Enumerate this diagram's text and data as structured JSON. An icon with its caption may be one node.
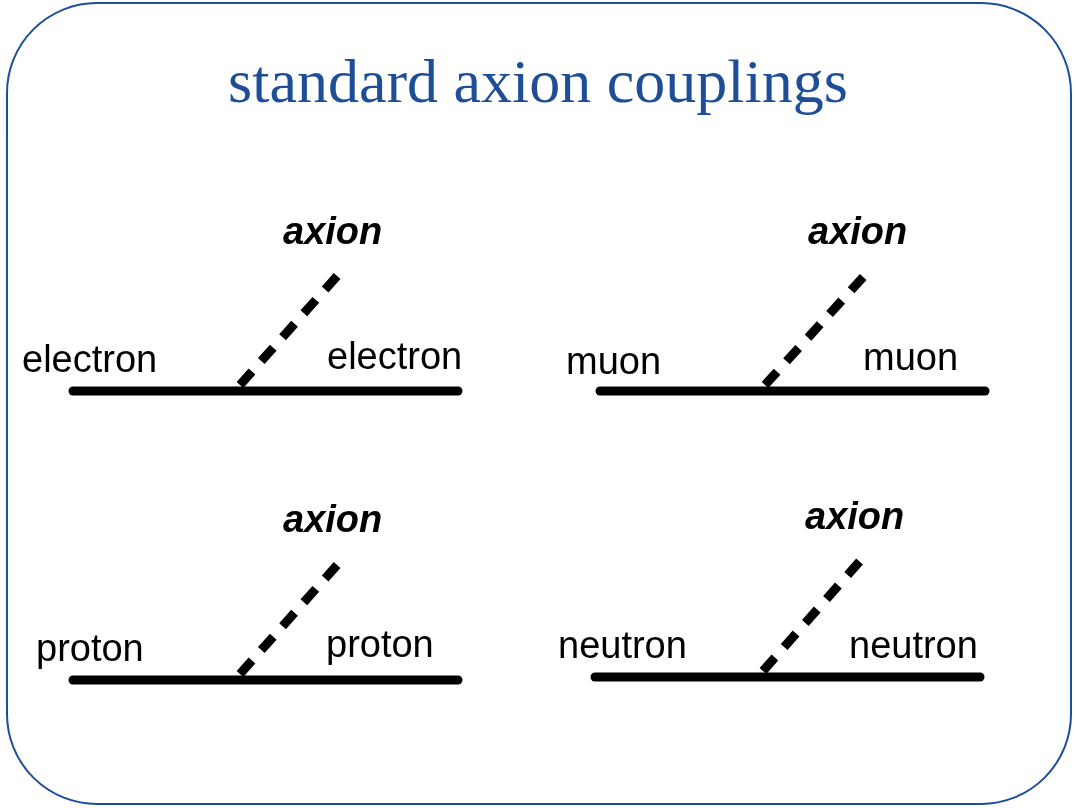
{
  "diagram": {
    "title": "standard axion couplings",
    "labels": [
      "axion",
      "axion",
      "electron",
      "electron",
      "muon",
      "muon",
      "axion",
      "axion",
      "proton",
      "proton",
      "neutron",
      "neutron"
    ]
  }
}
